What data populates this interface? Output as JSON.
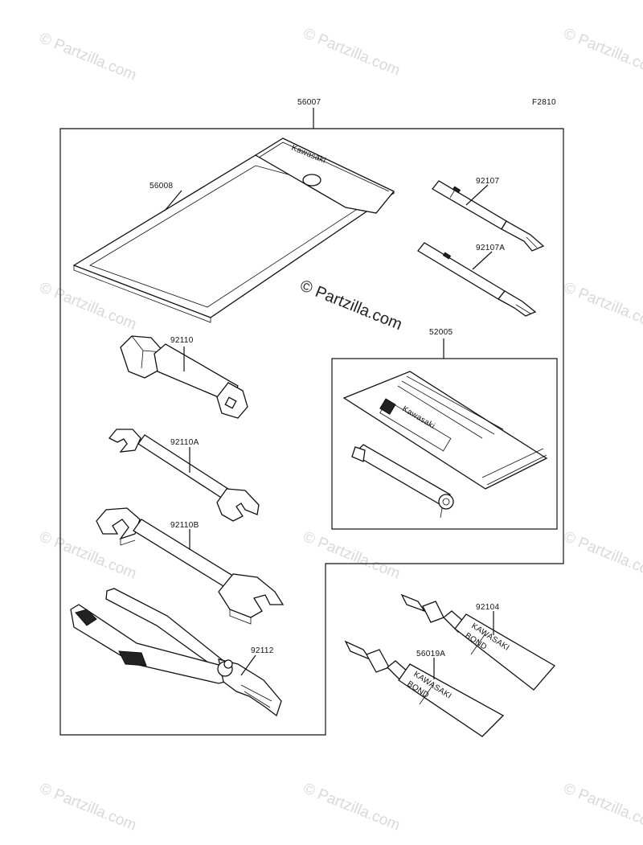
{
  "figure_code": "F2810",
  "watermark": "© Partzilla.com",
  "center_watermark": "© Partzilla.com",
  "parts": [
    {
      "id": "56007",
      "label": "56007"
    },
    {
      "id": "56008",
      "label": "56008"
    },
    {
      "id": "92107",
      "label": "92107"
    },
    {
      "id": "92107A",
      "label": "92107A"
    },
    {
      "id": "92110",
      "label": "92110"
    },
    {
      "id": "52005",
      "label": "52005"
    },
    {
      "id": "92110A",
      "label": "92110A"
    },
    {
      "id": "92110B",
      "label": "92110B"
    },
    {
      "id": "92104",
      "label": "92104"
    },
    {
      "id": "56019A",
      "label": "56019A"
    },
    {
      "id": "92112",
      "label": "92112"
    }
  ],
  "product_text": {
    "pouch_brand": "Kawasaki",
    "kit_brand": "Kawasaki",
    "tube_brand": "KAWASAKI",
    "tube_product": "BOND"
  }
}
